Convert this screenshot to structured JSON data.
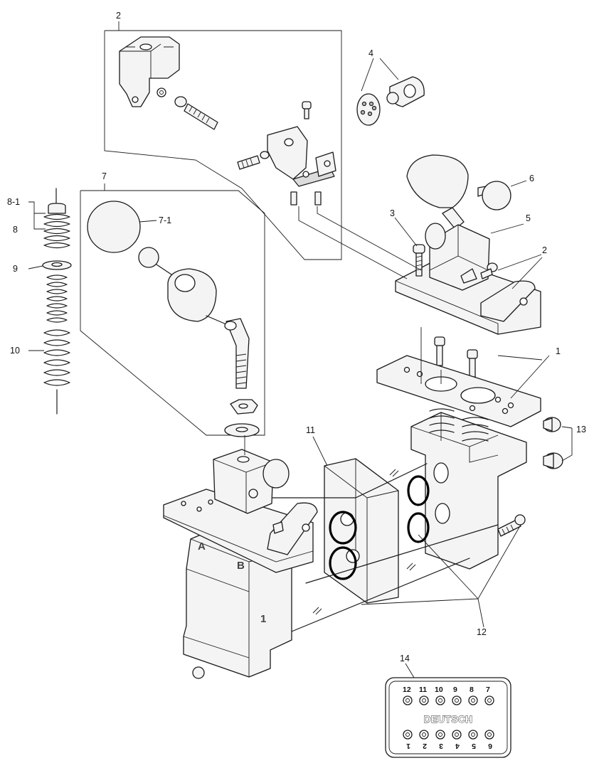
{
  "callouts": {
    "c1": "1",
    "c2_top": "2",
    "c2_right": "2",
    "c3": "3",
    "c4": "4",
    "c5": "5",
    "c6": "6",
    "c7": "7",
    "c7_1": "7-1",
    "c8_1": "8-1",
    "c8": "8",
    "c9": "9",
    "c10": "10",
    "c11": "11",
    "c12": "12",
    "c13": "13",
    "c14": "14"
  },
  "body_stamps": {
    "port_a": "A",
    "port_b": "B",
    "section": "1"
  },
  "connector": {
    "brand": "DEUTSCH",
    "top_pins": [
      "12",
      "11",
      "10",
      "9",
      "8",
      "7"
    ],
    "bottom_pins": [
      "1",
      "2",
      "3",
      "4",
      "5",
      "6"
    ]
  },
  "colors": {
    "line": "#1a1a1a",
    "part_fill": "#f4f4f4",
    "shade_fill": "#dcdcdc",
    "background": "#ffffff"
  }
}
